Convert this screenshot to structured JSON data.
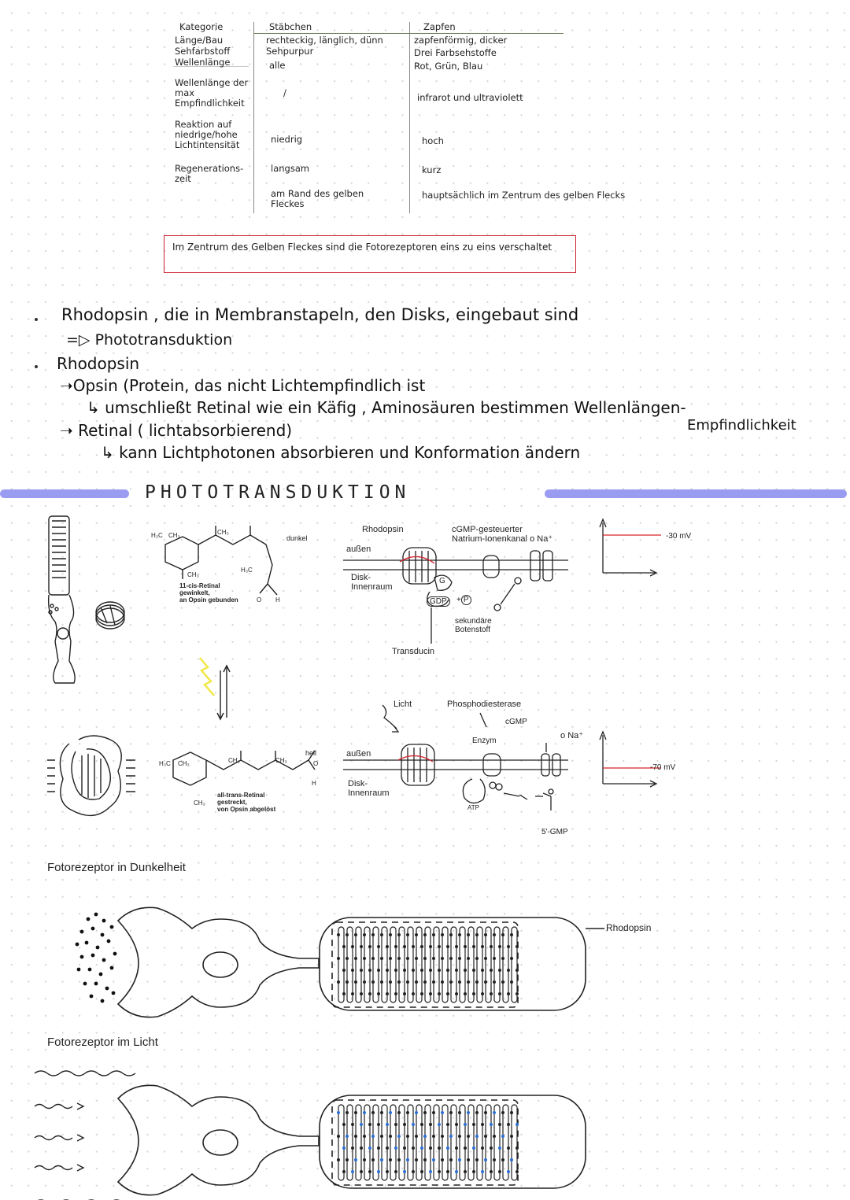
{
  "table": {
    "headers": [
      "Kategorie",
      "Stäbchen",
      "Zapfen"
    ],
    "rows": [
      {
        "label": "Länge/Bau",
        "rod": "rechteckig, länglich, dünn",
        "cone": "zapfenförmig, dicker"
      },
      {
        "label": "Sehfarbstoff",
        "rod": "Sehpurpur",
        "cone": "Drei Farbsehstoffe"
      },
      {
        "label": "Wellenlänge",
        "rod": "alle",
        "cone": "Rot, Grün, Blau"
      },
      {
        "label": "Wellenlänge der max Empfindlichkeit",
        "rod": "/",
        "cone": "infrarot und ultraviolett"
      },
      {
        "label": "Reaktion auf niedrige/hohe Lichtintensität",
        "rod": "niedrig",
        "cone": "hoch"
      },
      {
        "label": "Regenerations-zeit",
        "rod": "langsam",
        "cone": "kurz"
      },
      {
        "label": "",
        "rod": "am Rand des gelben Fleckes",
        "cone": "hauptsächlich im Zentrum des gelben Flecks"
      }
    ]
  },
  "note_box": "Im Zentrum des Gelben Fleckes sind die Fotorezeptoren eins zu eins verschaltet",
  "notes": {
    "line1": "Rhodopsin , die in Membranstapeln, den Disks, eingebaut sind",
    "line2": "=▷ Phototransduktion",
    "line3": "Rhodopsin",
    "line4": "➝Opsin (Protein, das nicht Lichtempfindlich ist",
    "line5": "↳ umschließt Retinal wie ein Käfig , Aminosäuren bestimmen Wellenlängen-",
    "line5b": "Empfindlichkeit",
    "line6": "➝ Retinal ( lichtabsorbierend)",
    "line7": "↳ kann Lichtphotonen absorbieren und Konformation ändern"
  },
  "section_title": "PHOTOTRANSDUKTION",
  "diagram": {
    "dark_label": "dunkel",
    "light_label": "hell",
    "cis_retinal": [
      "11-cis-Retinal",
      "gewinkelt,",
      "an Opsin gebunden"
    ],
    "trans_retinal": [
      "all-trans-Retinal",
      "gestreckt,",
      "von Opsin abgelöst"
    ],
    "rhodopsin": "Rhodopsin",
    "outside": "außen",
    "outside2": "außen",
    "disk_inside": [
      "Disk-",
      "Innenraum"
    ],
    "disk_inside2": [
      "Disk-",
      "Innenraum"
    ],
    "channel": [
      "cGMP-gesteuerter",
      "Natrium-Ionenkanal"
    ],
    "na": "Na⁺",
    "na2": "Na⁺",
    "gdp": "GDP",
    "p": "P",
    "g": "G",
    "second_messenger": [
      "sekundäre",
      "Botenstoff"
    ],
    "transducin": "Transducin",
    "licht": "Licht",
    "phosphodiesterase": "Phosphodiesterase",
    "cgmp": "cGMP",
    "enzym": "Enzym",
    "atp": "ATP",
    "gmp": "5'-GMP",
    "mv_dark": "-30 mV",
    "mv_light": "-70 mV",
    "ch3": "CH₃",
    "h3c": "H₃C",
    "o": "O",
    "h": "H",
    "c": "C"
  },
  "captions": {
    "dark": "Fotorezeptor in Dunkelheit",
    "light": "Fotorezeptor im Licht",
    "rhodopsin": "Rhodopsin"
  },
  "colors": {
    "banner": "#9a9cf2",
    "box_red": "#c9212e",
    "light_yellow": "#f2e84a",
    "rhodopsin_blue": "#2b6fd6",
    "signal_red": "#d6262f"
  }
}
